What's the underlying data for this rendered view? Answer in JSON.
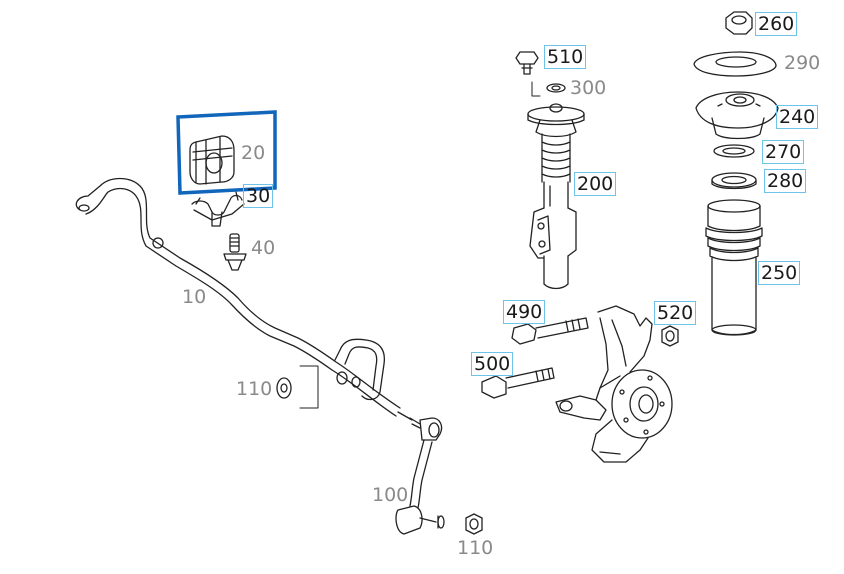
{
  "parts": [
    {
      "id": "p10",
      "label": "10",
      "active": false,
      "boxed": false
    },
    {
      "id": "p20",
      "label": "20",
      "active": false,
      "boxed": false
    },
    {
      "id": "p30",
      "label": "30",
      "active": true,
      "boxed": true
    },
    {
      "id": "p40",
      "label": "40",
      "active": false,
      "boxed": false
    },
    {
      "id": "p100",
      "label": "100",
      "active": false,
      "boxed": false
    },
    {
      "id": "p110a",
      "label": "110",
      "active": false,
      "boxed": false
    },
    {
      "id": "p110b",
      "label": "110",
      "active": false,
      "boxed": false
    },
    {
      "id": "p200",
      "label": "200",
      "active": true,
      "boxed": true
    },
    {
      "id": "p240",
      "label": "240",
      "active": true,
      "boxed": true
    },
    {
      "id": "p250",
      "label": "250",
      "active": true,
      "boxed": true
    },
    {
      "id": "p260",
      "label": "260",
      "active": true,
      "boxed": true
    },
    {
      "id": "p270",
      "label": "270",
      "active": true,
      "boxed": true
    },
    {
      "id": "p280",
      "label": "280",
      "active": true,
      "boxed": true
    },
    {
      "id": "p290",
      "label": "290",
      "active": false,
      "boxed": false
    },
    {
      "id": "p300",
      "label": "300",
      "active": false,
      "boxed": false
    },
    {
      "id": "p490",
      "label": "490",
      "active": true,
      "boxed": true
    },
    {
      "id": "p500",
      "label": "500",
      "active": true,
      "boxed": true
    },
    {
      "id": "p510",
      "label": "510",
      "active": true,
      "boxed": true
    },
    {
      "id": "p520",
      "label": "520",
      "active": true,
      "boxed": true
    }
  ],
  "highlight": {
    "part": "20",
    "color": "#1166bb"
  }
}
